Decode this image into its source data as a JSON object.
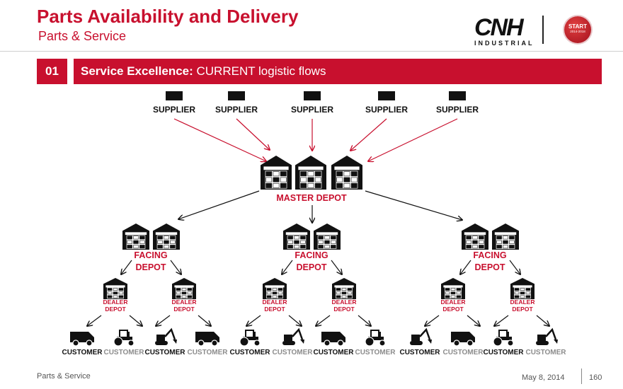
{
  "header": {
    "title": "Parts Availability and Delivery",
    "subtitle": "Parts & Service",
    "logo_main": "CNH",
    "logo_sub": "INDUSTRIAL",
    "badge_line1": "START",
    "badge_line2": "2014-2018"
  },
  "section": {
    "number": "01",
    "title_bold": "Service Excellence:",
    "title_rest": " CURRENT logistic flows"
  },
  "diagram": {
    "suppliers": [
      "SUPPLIER",
      "SUPPLIER",
      "SUPPLIER",
      "SUPPLIER",
      "SUPPLIER"
    ],
    "master_depot": "MASTER DEPOT",
    "facing_depots": [
      {
        "line1": "FACING",
        "line2": "DEPOT"
      },
      {
        "line1": "FACING",
        "line2": "DEPOT"
      },
      {
        "line1": "FACING",
        "line2": "DEPOT"
      }
    ],
    "dealer_depots": [
      {
        "line1": "DEALER",
        "line2": "DEPOT"
      },
      {
        "line1": "DEALER",
        "line2": "DEPOT"
      },
      {
        "line1": "DEALER",
        "line2": "DEPOT"
      },
      {
        "line1": "DEALER",
        "line2": "DEPOT"
      },
      {
        "line1": "DEALER",
        "line2": "DEPOT"
      },
      {
        "line1": "DEALER",
        "line2": "DEPOT"
      }
    ],
    "customers": [
      {
        "label": "CUSTOMER",
        "icon": "van-icon",
        "emphasis": "dark"
      },
      {
        "label": "CUSTOMER",
        "icon": "tractor-icon",
        "emphasis": "muted"
      },
      {
        "label": "CUSTOMER",
        "icon": "excavator-icon",
        "emphasis": "dark"
      },
      {
        "label": "CUSTOMER",
        "icon": "van-icon",
        "emphasis": "muted"
      },
      {
        "label": "CUSTOMER",
        "icon": "tractor-icon",
        "emphasis": "dark"
      },
      {
        "label": "CUSTOMER",
        "icon": "excavator-icon",
        "emphasis": "muted"
      },
      {
        "label": "CUSTOMER",
        "icon": "van-icon",
        "emphasis": "dark"
      },
      {
        "label": "CUSTOMER",
        "icon": "tractor-icon",
        "emphasis": "muted"
      },
      {
        "label": "CUSTOMER",
        "icon": "excavator-icon",
        "emphasis": "dark"
      },
      {
        "label": "CUSTOMER",
        "icon": "van-icon",
        "emphasis": "muted"
      },
      {
        "label": "CUSTOMER",
        "icon": "tractor-icon",
        "emphasis": "dark"
      },
      {
        "label": "CUSTOMER",
        "icon": "excavator-icon",
        "emphasis": "muted"
      }
    ]
  },
  "colors": {
    "accent": "#c8102e",
    "dark": "#111111",
    "muted": "#8c8c8c"
  },
  "footer": {
    "left": "Parts & Service",
    "date": "May 8, 2014",
    "page": "160"
  }
}
